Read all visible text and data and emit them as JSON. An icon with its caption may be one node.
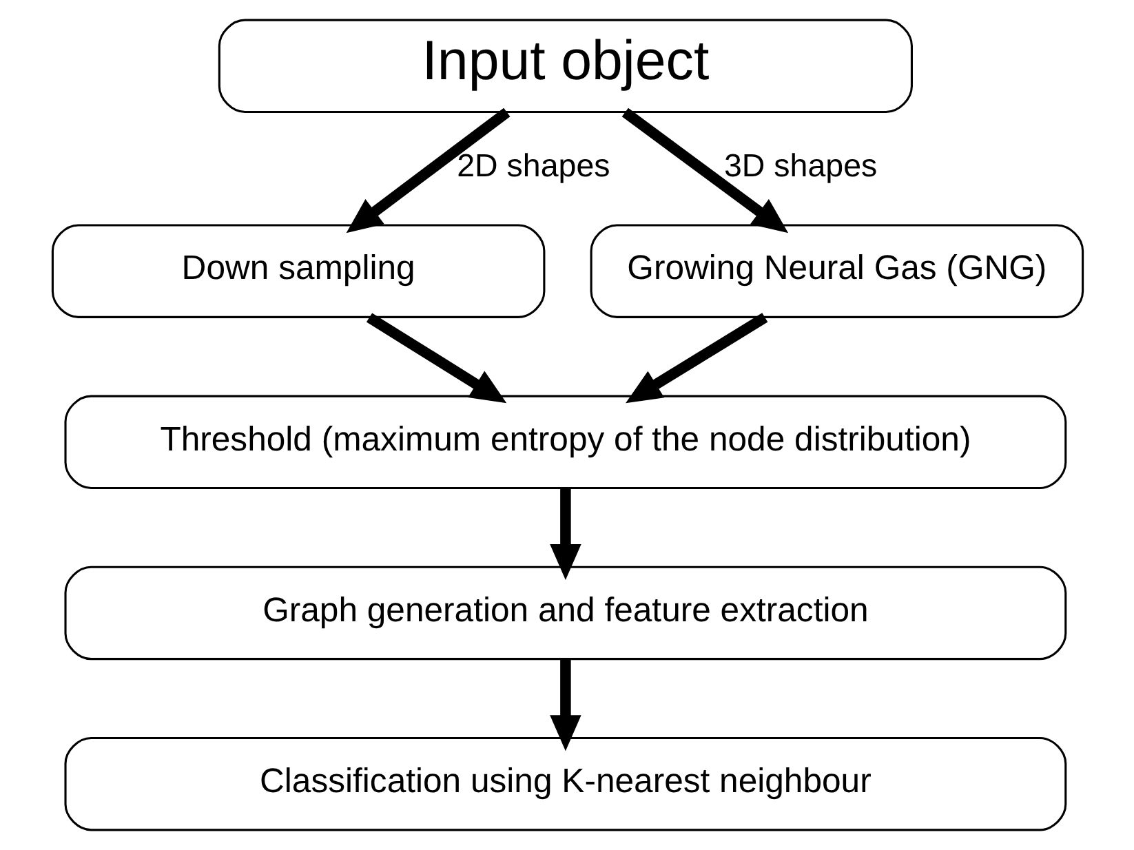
{
  "diagram": {
    "nodes": [
      {
        "text": [
          "Input object"
        ]
      },
      {
        "text": [
          "Down sampling"
        ]
      },
      {
        "text": [
          "Growing Neural Gas (GNG)"
        ]
      },
      {
        "text": [
          "Threshold (maximum entropy of the node distribution)"
        ]
      },
      {
        "text": [
          "Graph generation and feature extraction"
        ]
      },
      {
        "text": [
          "Classification using K-nearest neighbour"
        ]
      }
    ],
    "edges": [
      {
        "from": 0,
        "to": 1,
        "arrow": "to",
        "label": "2D shapes"
      },
      {
        "from": 0,
        "to": 2,
        "arrow": "to",
        "label": "3D shapes"
      },
      {
        "from": 1,
        "to": 3,
        "arrow": "to"
      },
      {
        "from": 2,
        "to": 3,
        "arrow": "to"
      },
      {
        "from": 3,
        "to": 4,
        "arrow": "to"
      },
      {
        "from": 4,
        "to": 5,
        "arrow": "to"
      }
    ]
  }
}
